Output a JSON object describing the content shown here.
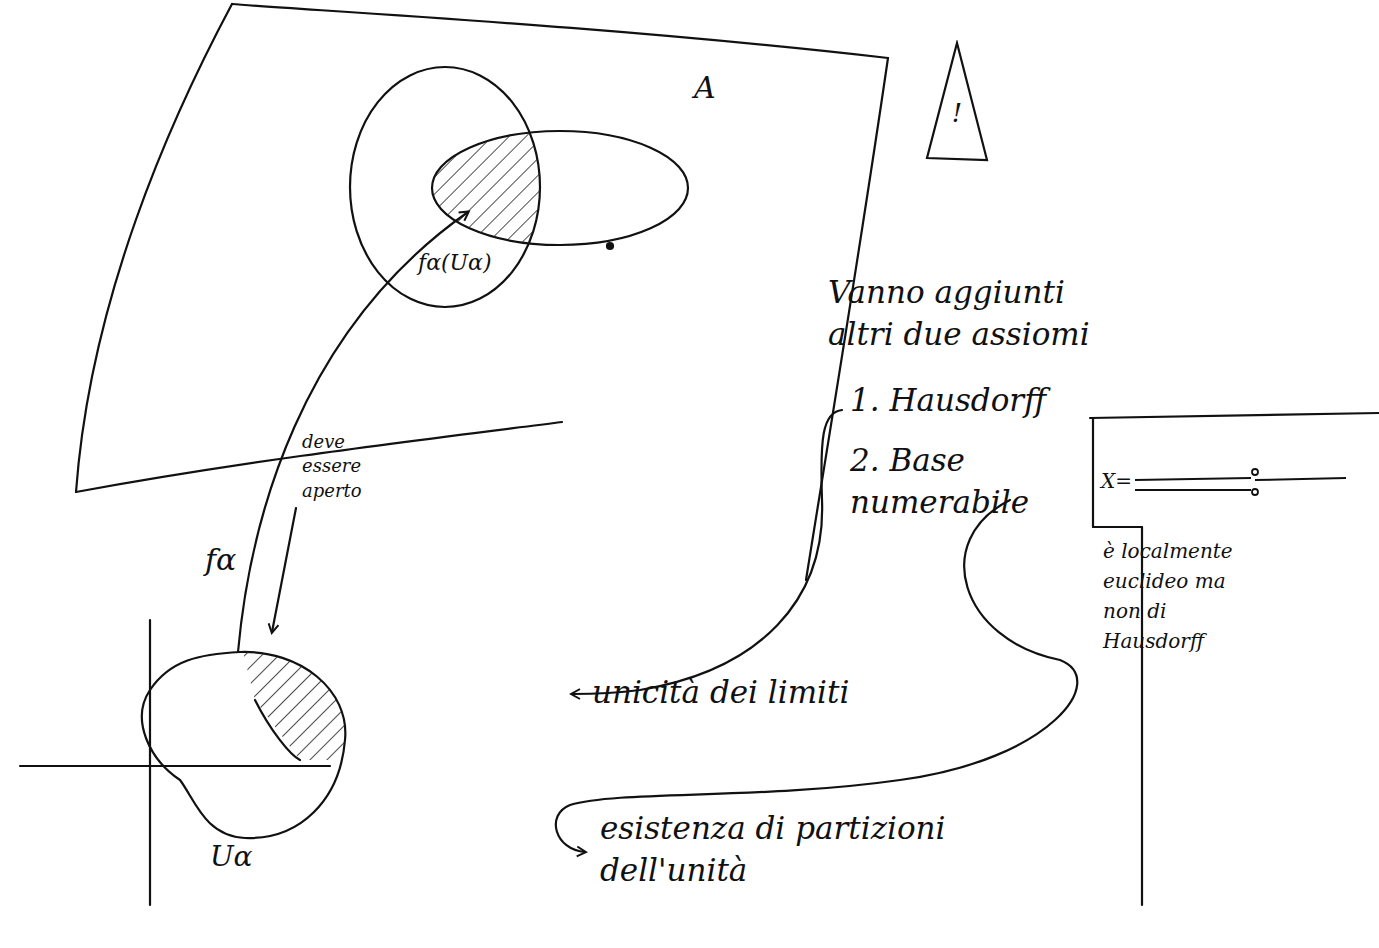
{
  "diagram": {
    "nodes": [
      {
        "text": [
          "!"
        ]
      },
      {
        "text": [
          "X=",
          "è localmente euclideo ma non di Hausdorff"
        ]
      }
    ],
    "labels": [
      "A",
      "fα(Uα)",
      "Vanno aggiunti altri due assiomi",
      "1. Hausdorff",
      "2. Base numerabile",
      "fα",
      "deve essere aperto",
      "Uα",
      "unicità dei limiti",
      "esistenza di partizioni dell'unità"
    ]
  }
}
